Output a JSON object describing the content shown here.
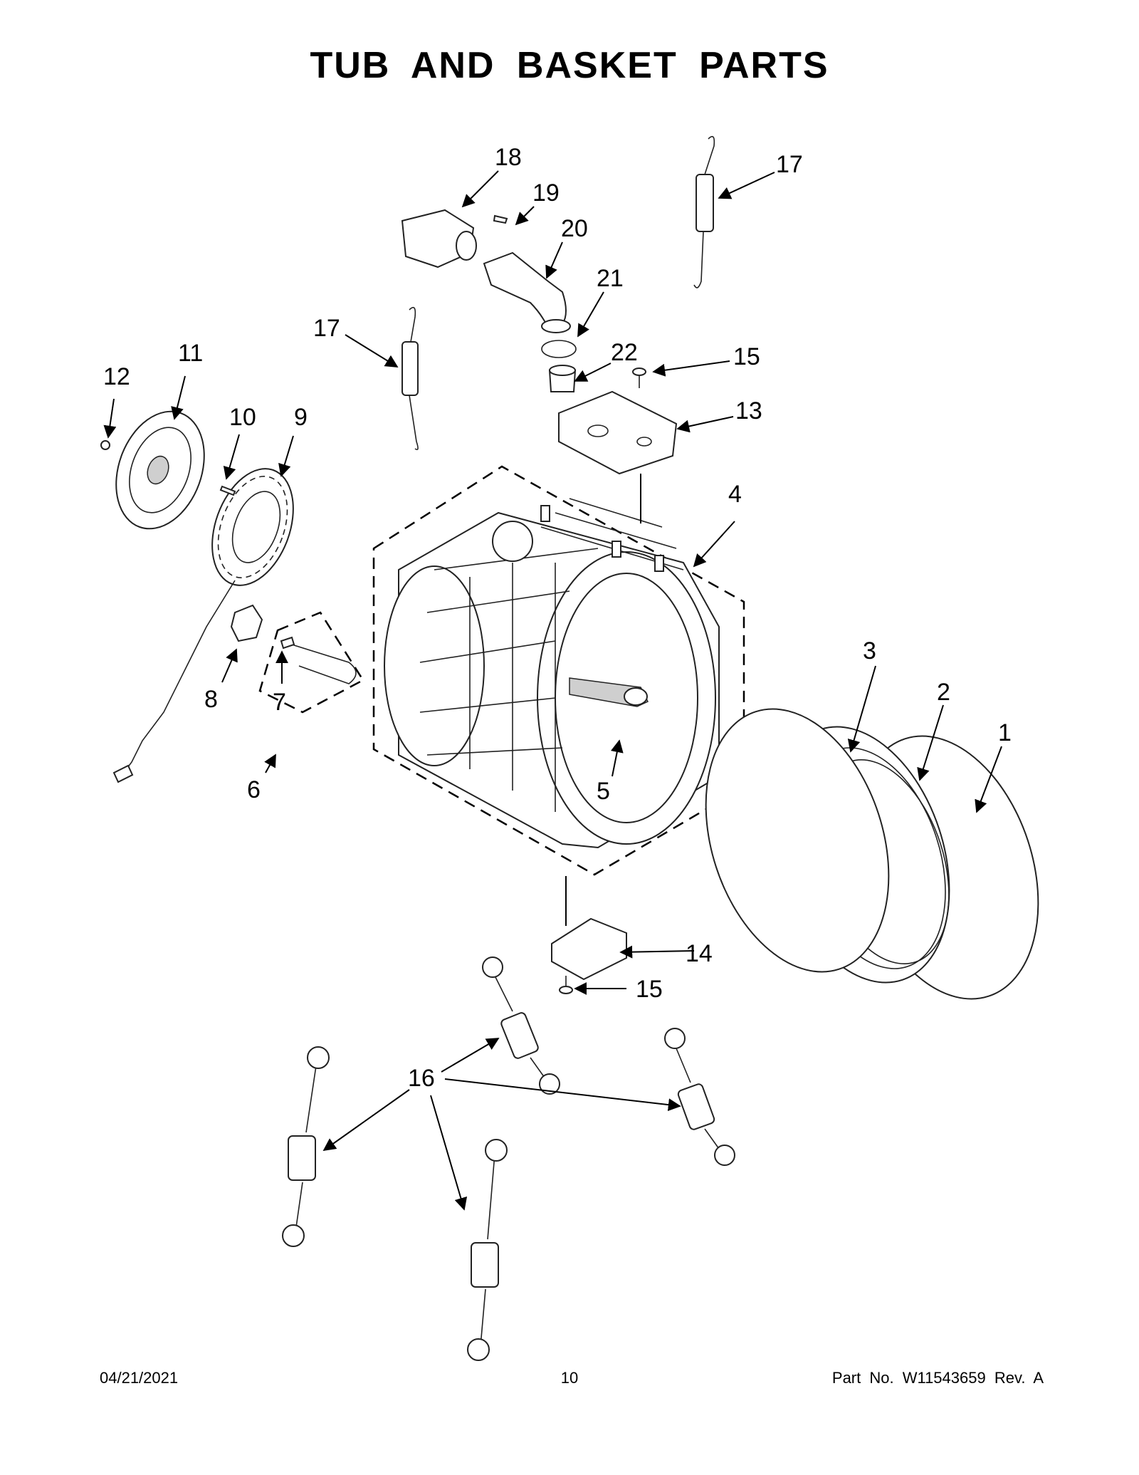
{
  "title": "TUB AND BASKET PARTS",
  "footer": {
    "date": "04/21/2021",
    "page": "10",
    "part_no": "Part No.  W11543659  Rev.  A"
  },
  "callouts": {
    "c1": "1",
    "c2": "2",
    "c3": "3",
    "c4": "4",
    "c5": "5",
    "c6": "6",
    "c7": "7",
    "c8": "8",
    "c9": "9",
    "c10": "10",
    "c11": "11",
    "c12": "12",
    "c13": "13",
    "c14": "14",
    "c15a": "15",
    "c15b": "15",
    "c16": "16",
    "c17a": "17",
    "c17b": "17",
    "c18": "18",
    "c19": "19",
    "c20": "20",
    "c21": "21",
    "c22": "22"
  }
}
